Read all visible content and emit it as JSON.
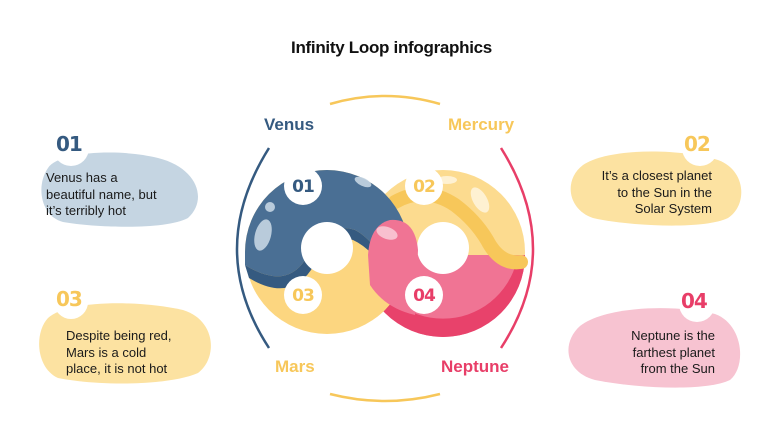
{
  "title": "Infinity Loop infographics",
  "colors": {
    "blue": "#355A80",
    "yellow": "#F7C75A",
    "pink": "#E83E68",
    "blue_bubble": "#C5D5E2",
    "yellow_bubble": "#FCE2A1",
    "pink_bubble": "#F7C3D1"
  },
  "items": [
    {
      "number": "01",
      "planet": "Venus",
      "description_lines": [
        "Venus has a",
        "beautiful name, but",
        "it’s terribly hot"
      ]
    },
    {
      "number": "02",
      "planet": "Mercury",
      "description_lines": [
        "It’s a closest planet",
        "to the Sun in the",
        "Solar System"
      ]
    },
    {
      "number": "03",
      "planet": "Mars",
      "description_lines": [
        "Despite being red,",
        "Mars is a cold",
        "place, it is not hot"
      ]
    },
    {
      "number": "04",
      "planet": "Neptune",
      "description_lines": [
        "Neptune is the",
        "farthest  planet",
        "from the Sun"
      ]
    }
  ]
}
